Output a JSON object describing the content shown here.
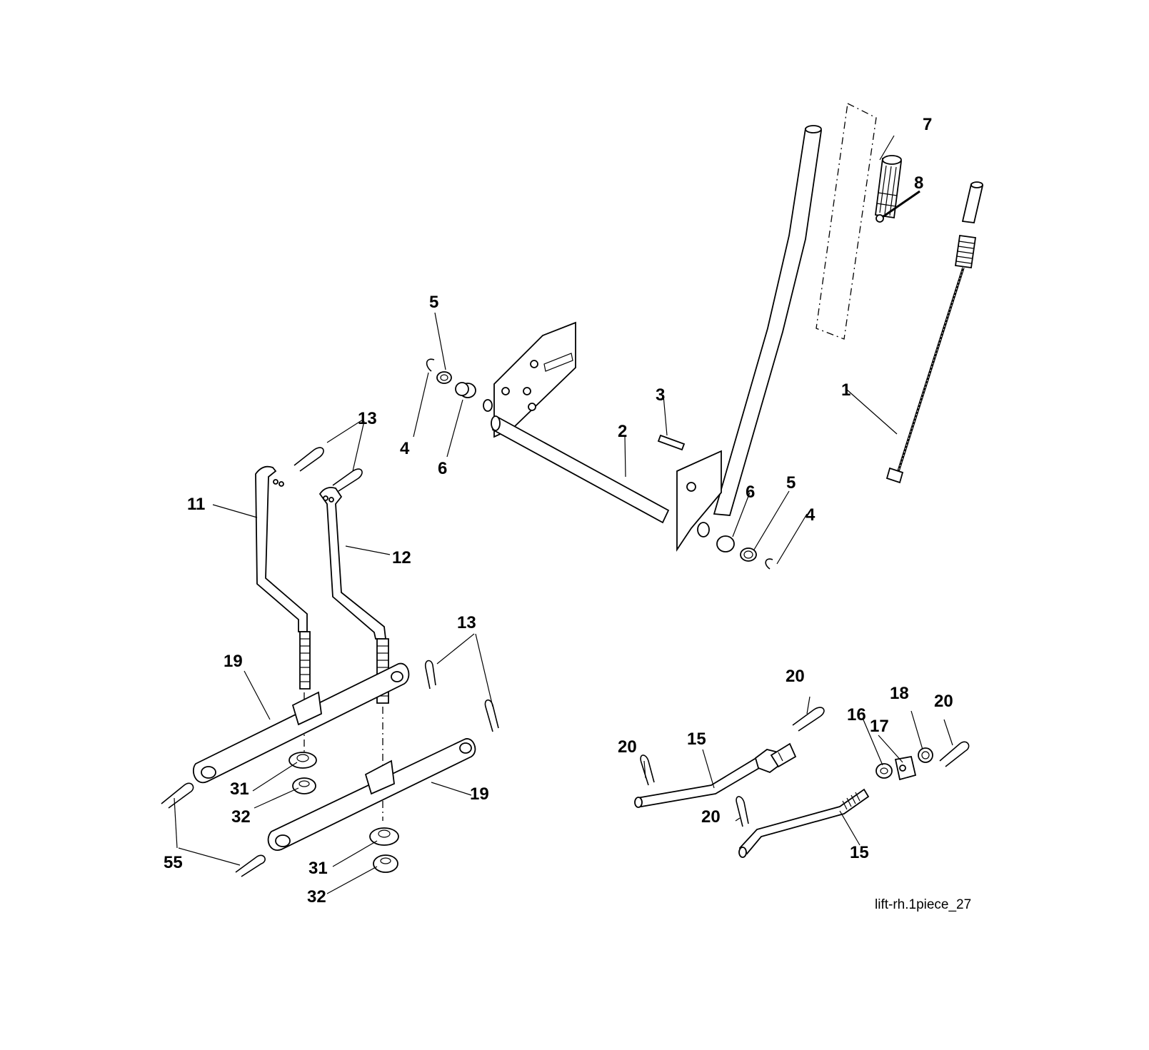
{
  "callouts": {
    "c1": "1",
    "c2": "2",
    "c3": "3",
    "c4a": "4",
    "c4b": "4",
    "c5a": "5",
    "c5b": "5",
    "c6a": "6",
    "c6b": "6",
    "c7": "7",
    "c8": "8",
    "c11": "11",
    "c12": "12",
    "c13a": "13",
    "c13b": "13",
    "c15a": "15",
    "c15b": "15",
    "c16": "16",
    "c17": "17",
    "c18": "18",
    "c19a": "19",
    "c19b": "19",
    "c20a": "20",
    "c20b": "20",
    "c20c": "20",
    "c20d": "20",
    "c31a": "31",
    "c31b": "31",
    "c32a": "32",
    "c32b": "32",
    "c55": "55"
  },
  "diagram_ref": "lift-rh.1piece_27"
}
